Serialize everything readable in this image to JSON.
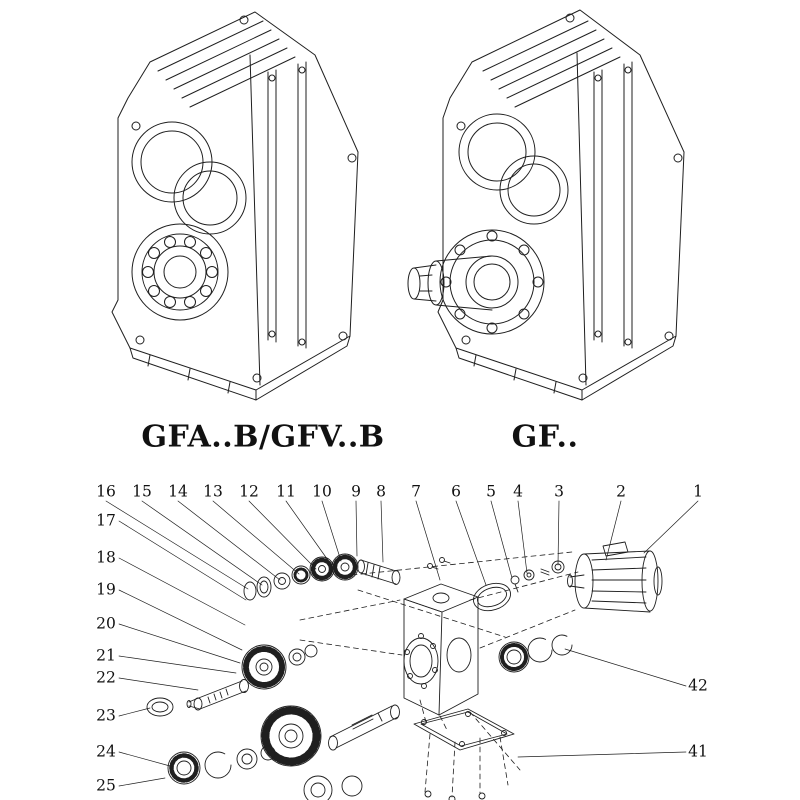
{
  "colors": {
    "ink": "#1f1f1f",
    "background": "#ffffff"
  },
  "models": {
    "left_label": "GFA..B/GFV..B",
    "right_label": "GF.."
  },
  "exploded_view": {
    "top_labels": [
      "16",
      "15",
      "14",
      "13",
      "12",
      "11",
      "10",
      "9",
      "8",
      "7",
      "6",
      "5",
      "4",
      "3",
      "2",
      "1"
    ],
    "left_labels": [
      "17",
      "18",
      "19",
      "20",
      "21",
      "22",
      "23",
      "24",
      "25"
    ],
    "right_labels": [
      "42",
      "41"
    ]
  }
}
